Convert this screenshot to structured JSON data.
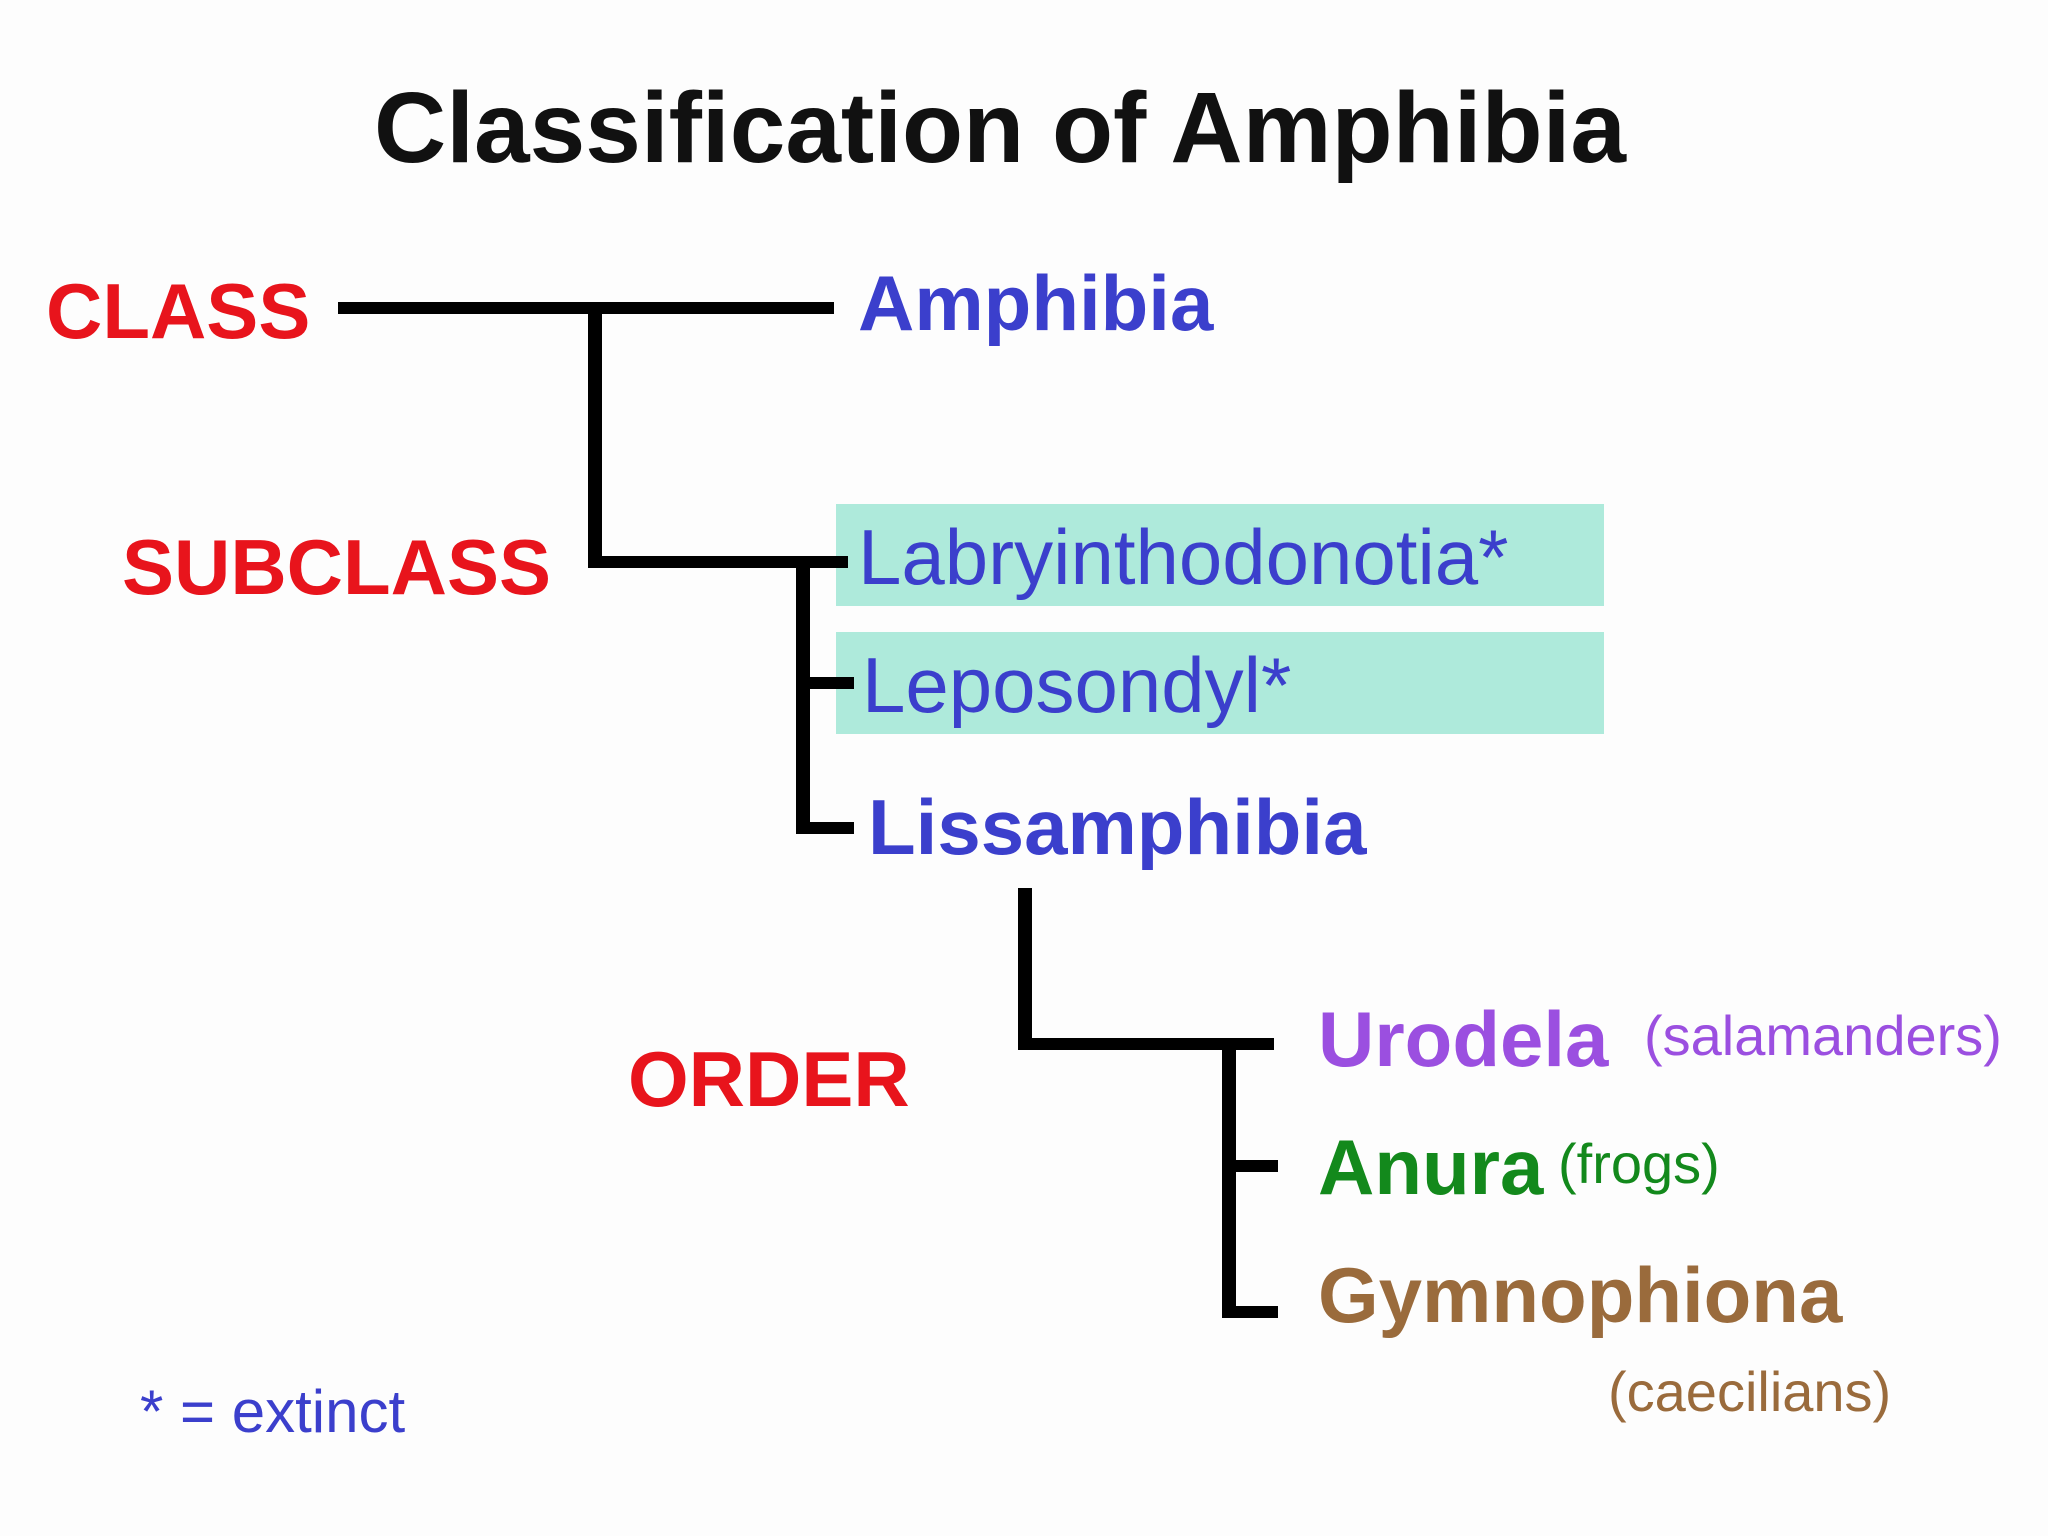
{
  "title": "Classification of  Amphibia",
  "ranks": {
    "class": "CLASS",
    "subclass": "SUBCLASS",
    "order": "ORDER"
  },
  "class_taxon": "Amphibia",
  "subclasses": [
    {
      "name": "Labryinthodonotia*",
      "extinct": true
    },
    {
      "name": "Leposondyl*",
      "extinct": true
    },
    {
      "name": "Lissamphibia",
      "extinct": false
    }
  ],
  "orders": [
    {
      "name": "Urodela",
      "common": "(salamanders)"
    },
    {
      "name": "Anura",
      "common": "(frogs)"
    },
    {
      "name": "Gymnophiona",
      "common": "(caecilians)"
    }
  ],
  "legend": "* = extinct",
  "colors": {
    "rank": "#e8141c",
    "taxon": "#3b3fcc",
    "extinct_highlight": "#aeeadb",
    "urodela": "#9b4fe0",
    "anura": "#13891c",
    "gymnophiona": "#9a6b3c"
  }
}
